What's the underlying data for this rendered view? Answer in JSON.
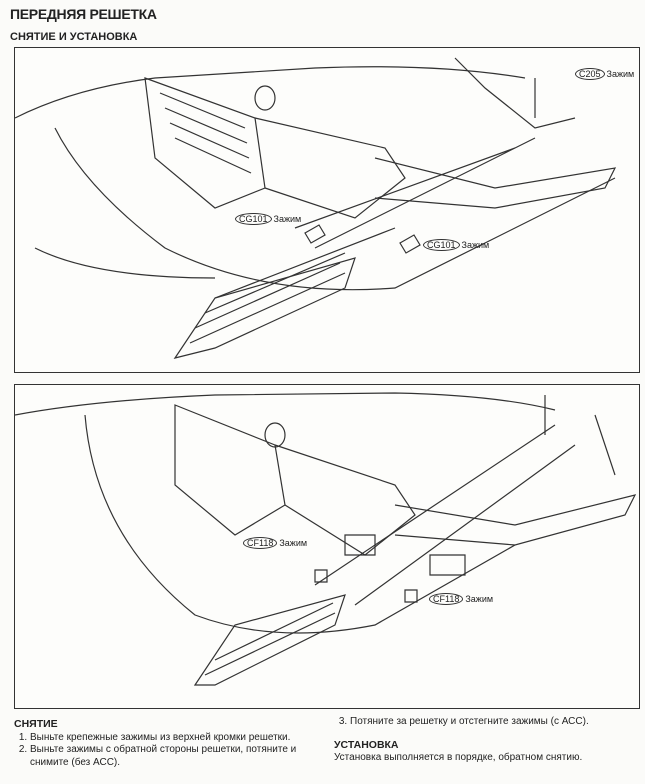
{
  "title": "ПЕРЕДНЯЯ РЕШЕТКА",
  "subtitle": "СНЯТИЕ И УСТАНОВКА",
  "figure1": {
    "callouts": [
      {
        "code": "C205",
        "label": "Зажим"
      },
      {
        "code": "CG101",
        "label": "Зажим"
      },
      {
        "code": "CG101",
        "label": "Зажим"
      }
    ]
  },
  "figure2": {
    "callouts": [
      {
        "code": "CF118",
        "label": "Зажим"
      },
      {
        "code": "CF118",
        "label": "Зажим"
      }
    ]
  },
  "removal": {
    "heading": "СНЯТИЕ",
    "steps": [
      "Выньте крепежные зажимы из верхней кромки решетки.",
      "Выньте зажимы с обратной стороны решетки, потяните и снимите (без АСС).",
      "Потяните за решетку и отстегните зажимы (с АСС)."
    ]
  },
  "installation": {
    "heading": "УСТАНОВКА",
    "text": "Установка выполняется в порядке, обратном снятию."
  }
}
